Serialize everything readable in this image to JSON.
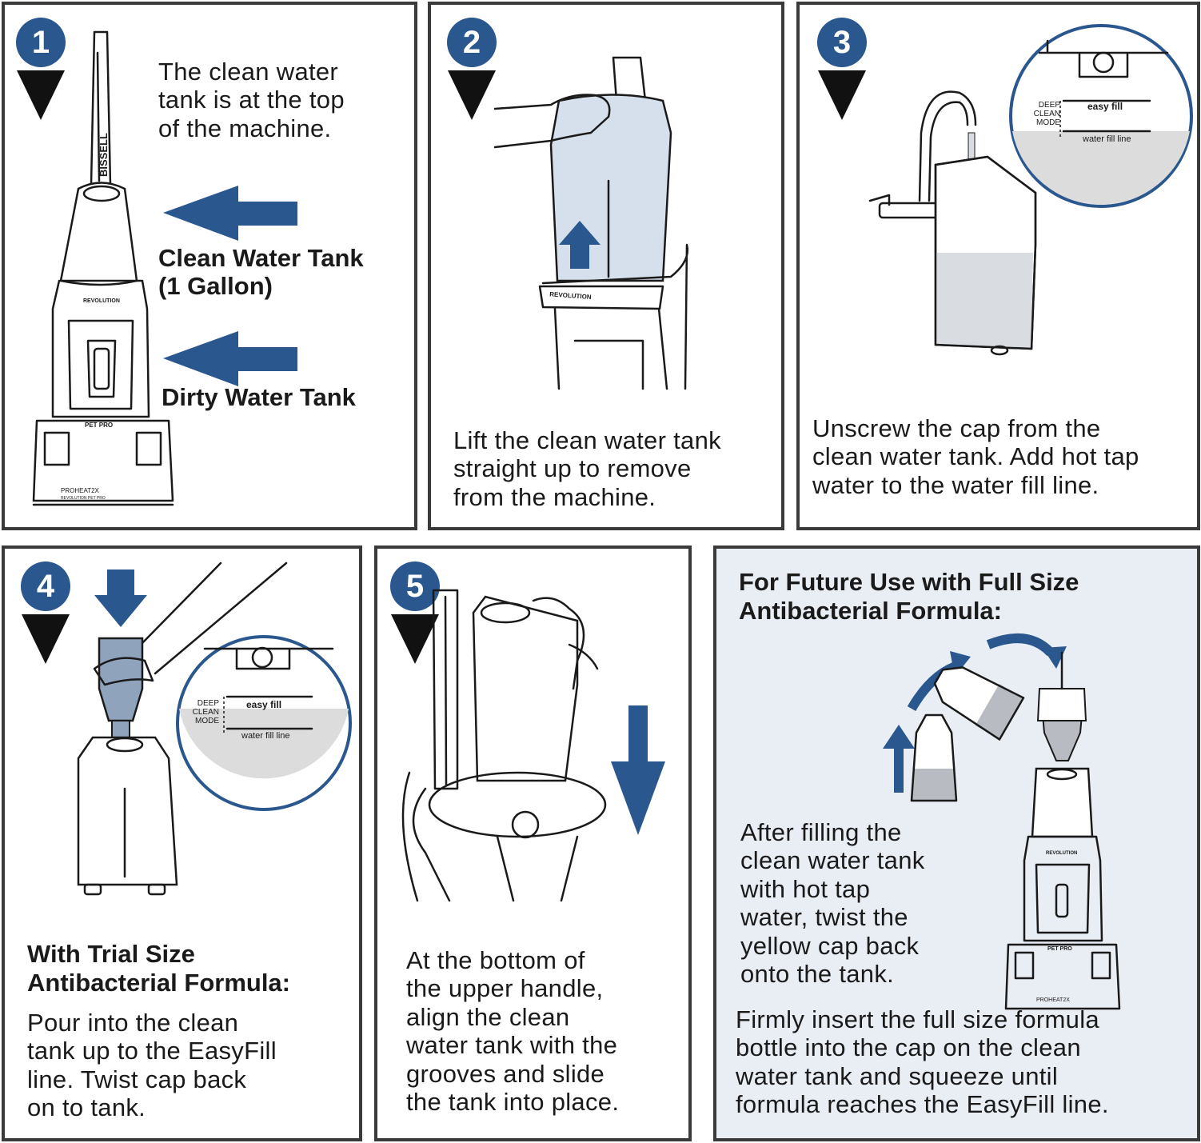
{
  "colors": {
    "accent": "#2a578e",
    "tank_fill": "#d6e0ec",
    "water": "#cfd3d8",
    "panel_tint": "#e9edf4",
    "border": "#3a3a3a"
  },
  "steps": [
    {
      "number": "1",
      "lines": [
        "The clean water",
        "tank is at the top",
        "of the machine."
      ],
      "callout_clean": [
        "Clean Water Tank",
        "(1 Gallon)"
      ],
      "callout_dirty": "Dirty Water Tank"
    },
    {
      "number": "2",
      "lines": [
        "Lift the clean water tank",
        "straight up to remove",
        "from the machine."
      ]
    },
    {
      "number": "3",
      "lines": [
        "Unscrew the cap from the",
        "clean water tank. Add hot tap",
        "water to the water fill line."
      ]
    },
    {
      "number": "4",
      "heading": [
        "With Trial Size",
        "Antibacterial Formula:"
      ],
      "lines": [
        "Pour into the clean",
        "tank up to the EasyFill",
        "line.  Twist cap back",
        "on to tank."
      ]
    },
    {
      "number": "5",
      "lines": [
        "At the bottom of",
        "the upper handle,",
        "align the clean",
        "water tank with the",
        "grooves and slide",
        "the tank into place."
      ]
    }
  ],
  "future": {
    "heading": [
      "For Future Use with Full Size",
      "Antibacterial Formula:"
    ],
    "lines_a": [
      "After filling the",
      "clean water tank",
      "with hot tap",
      "water, twist the",
      "yellow cap back",
      "onto the tank."
    ],
    "lines_b": [
      "Firmly insert the full size formula",
      "bottle into the cap on the clean",
      "water tank and squeeze until",
      "formula reaches the EasyFill line."
    ]
  },
  "labels": {
    "brand": "BISSELL",
    "model_name": "REVOLUTION",
    "model_badge": "PROHEAT2X",
    "model_sub": "REVOLUTION PET PRO",
    "pet_pro": "PET PRO",
    "deep_clean": [
      "DEEP",
      "CLEAN",
      "MODE"
    ],
    "easy_fill": "easy fill",
    "water_fill_line": "water fill line"
  }
}
